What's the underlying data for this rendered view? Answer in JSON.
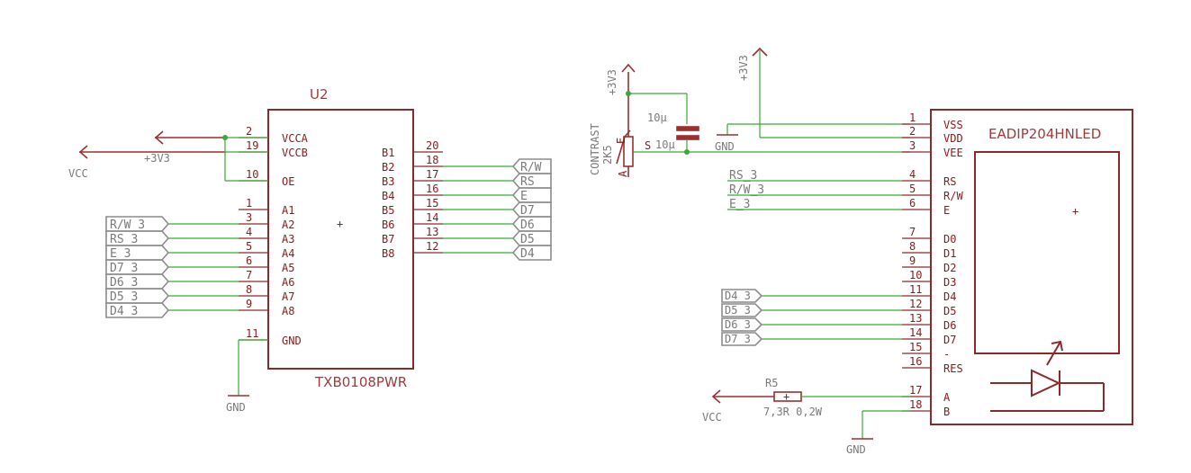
{
  "u2": {
    "ref": "U2",
    "value": "TXB0108PWR",
    "left_pins": [
      {
        "num": "2",
        "name": "VCCA"
      },
      {
        "num": "19",
        "name": "VCCB"
      },
      {
        "num": "10",
        "name": "OE"
      },
      {
        "num": "1",
        "name": "A1"
      },
      {
        "num": "3",
        "name": "A2"
      },
      {
        "num": "4",
        "name": "A3"
      },
      {
        "num": "5",
        "name": "A4"
      },
      {
        "num": "6",
        "name": "A5"
      },
      {
        "num": "7",
        "name": "A6"
      },
      {
        "num": "8",
        "name": "A7"
      },
      {
        "num": "9",
        "name": "A8"
      },
      {
        "num": "11",
        "name": "GND"
      }
    ],
    "right_pins": [
      {
        "num": "20",
        "name": "B1"
      },
      {
        "num": "18",
        "name": "B2"
      },
      {
        "num": "17",
        "name": "B3"
      },
      {
        "num": "16",
        "name": "B4"
      },
      {
        "num": "15",
        "name": "B5"
      },
      {
        "num": "14",
        "name": "B6"
      },
      {
        "num": "13",
        "name": "B7"
      },
      {
        "num": "12",
        "name": "B8"
      }
    ]
  },
  "u2_left_netlabels": [
    "R/W_3",
    "RS_3",
    "E_3",
    "D7_3",
    "D6_3",
    "D5_3",
    "D4_3"
  ],
  "u2_right_netlabels": [
    "R/W",
    "RS",
    "E",
    "D7",
    "D6",
    "D5",
    "D4"
  ],
  "power": {
    "vcc_left": "VCC",
    "v3_left": "+3V3",
    "gnd_u2": "GND",
    "v3_pot": "+3V3",
    "v3_lcd": "+3V3",
    "gnd_cap": "GND",
    "gnd_lcd": "GND",
    "vcc_r5": "VCC"
  },
  "contrast": {
    "label": "CONTRAST",
    "value": "2K5",
    "pin_a": "A",
    "pin_e": "E",
    "pin_s": "S",
    "cap_value": "10µ",
    "net_label": "10µ"
  },
  "lcd": {
    "value": "EADIP204HNLED",
    "pins": [
      {
        "num": "1",
        "name": "VSS"
      },
      {
        "num": "2",
        "name": "VDD"
      },
      {
        "num": "3",
        "name": "VEE"
      },
      {
        "num": "4",
        "name": "RS"
      },
      {
        "num": "5",
        "name": "R/W"
      },
      {
        "num": "6",
        "name": "E"
      },
      {
        "num": "7",
        "name": "D0"
      },
      {
        "num": "8",
        "name": "D1"
      },
      {
        "num": "9",
        "name": "D2"
      },
      {
        "num": "10",
        "name": "D3"
      },
      {
        "num": "11",
        "name": "D4"
      },
      {
        "num": "12",
        "name": "D5"
      },
      {
        "num": "13",
        "name": "D6"
      },
      {
        "num": "14",
        "name": "D7"
      },
      {
        "num": "15",
        "name": "-"
      },
      {
        "num": "16",
        "name": "RES"
      },
      {
        "num": "17",
        "name": "A"
      },
      {
        "num": "18",
        "name": "B"
      }
    ],
    "ctrl_nets": [
      "RS_3",
      "R/W_3",
      "E_3"
    ],
    "data_nets": [
      "D4_3",
      "D5_3",
      "D6_3",
      "D7_3"
    ]
  },
  "r5": {
    "ref": "R5",
    "value": "7,3R 0,2W"
  }
}
